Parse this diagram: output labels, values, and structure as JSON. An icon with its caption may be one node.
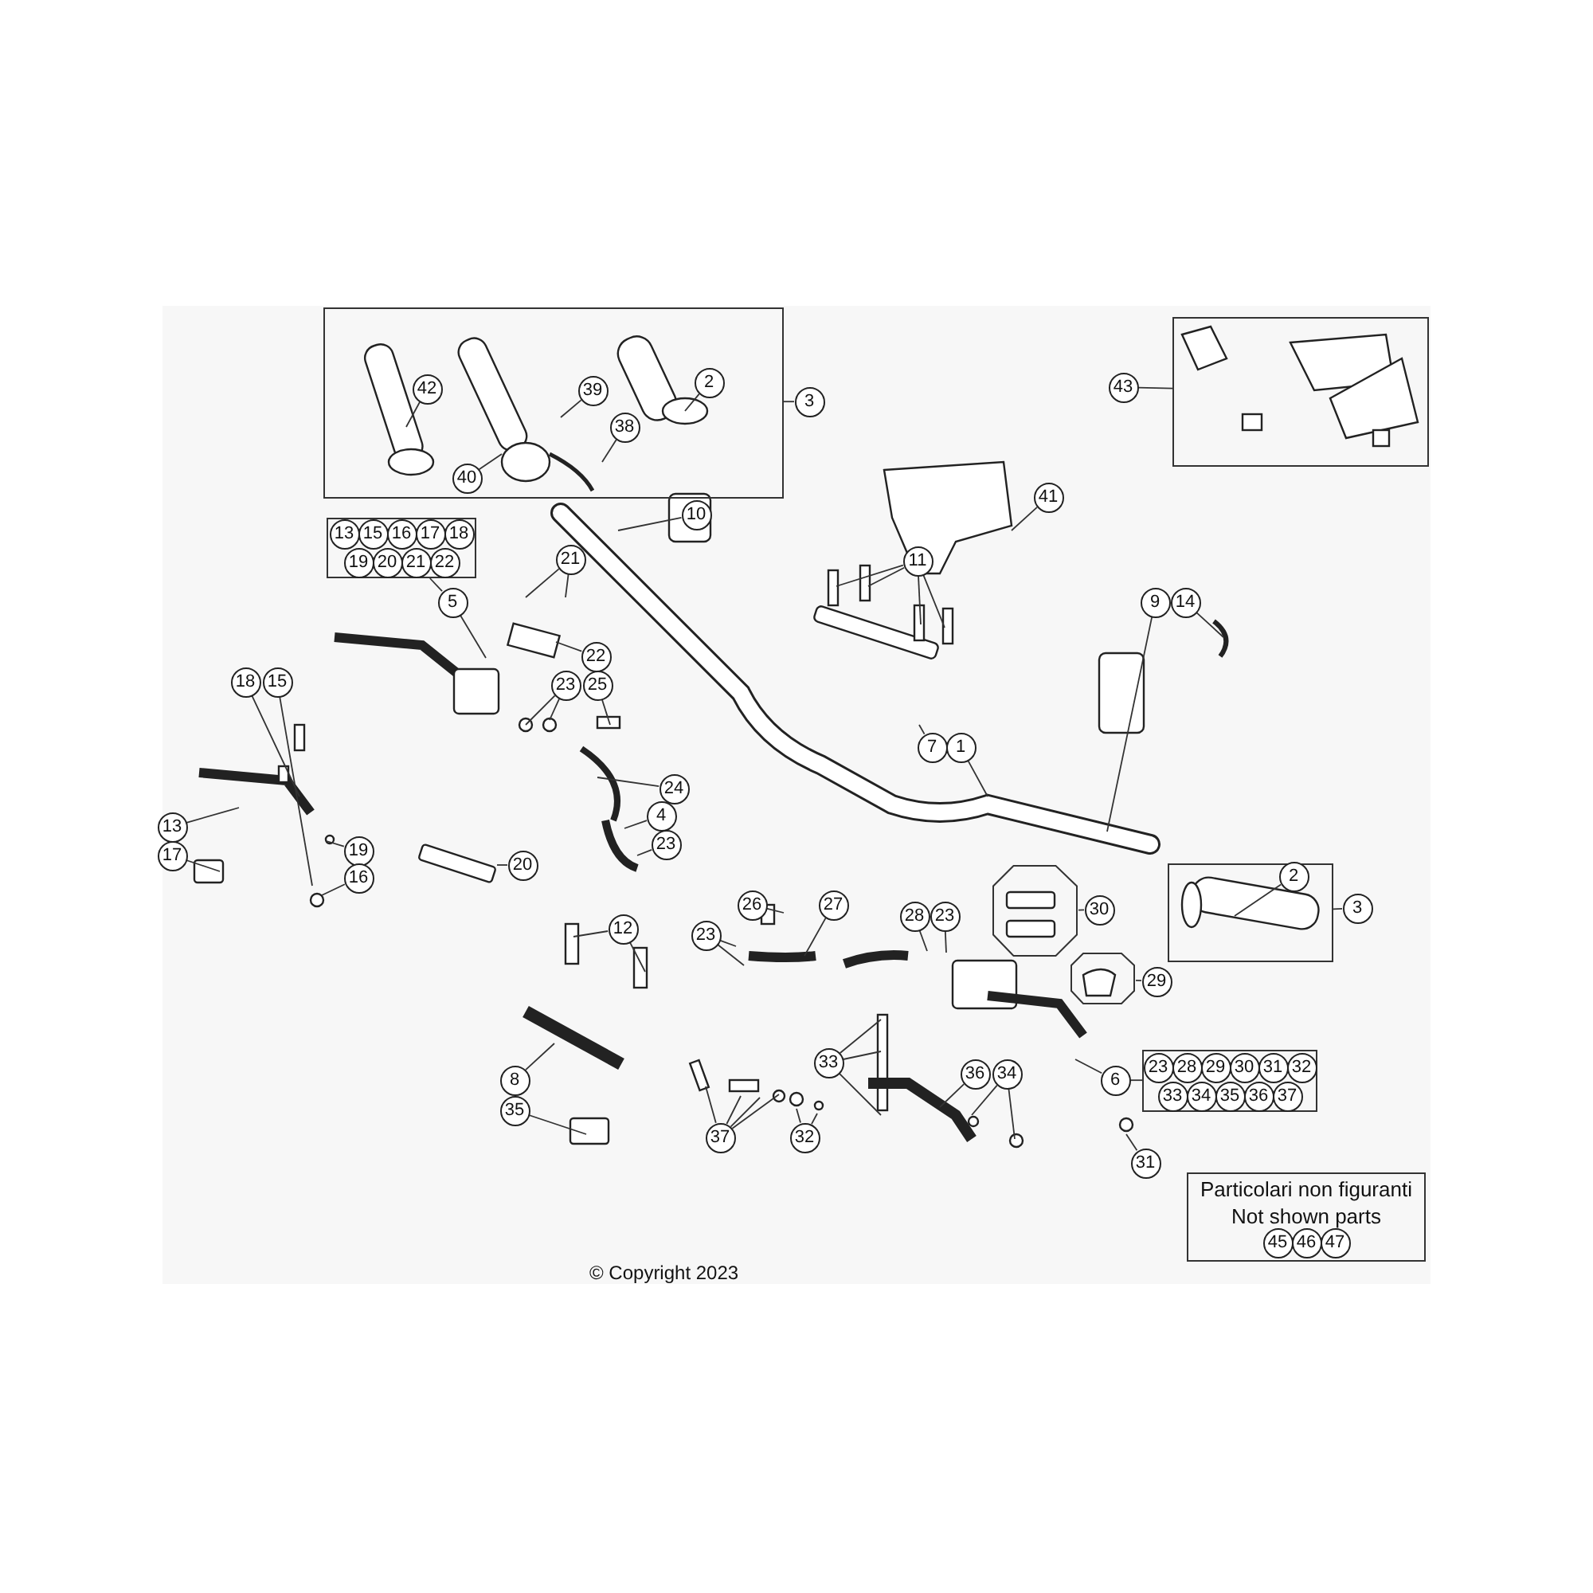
{
  "diagram": {
    "nodes": [
      {
        "text": [],
        "shape": "box"
      },
      {
        "text": [
          "42"
        ],
        "in": 0
      },
      {
        "text": [
          "39"
        ],
        "in": 0
      },
      {
        "text": [
          "2"
        ],
        "in": 0
      },
      {
        "text": [
          "38"
        ],
        "in": 0
      },
      {
        "text": [
          "40"
        ],
        "in": 0
      },
      {
        "text": [
          "3"
        ]
      },
      {
        "text": [],
        "shape": "box"
      },
      {
        "text": [
          "43"
        ]
      },
      {
        "text": [
          "41"
        ]
      },
      {
        "text": [
          "10"
        ]
      },
      {
        "text": [],
        "shape": "box"
      },
      {
        "text": [
          "13"
        ],
        "in": 11
      },
      {
        "text": [
          "15"
        ],
        "in": 11
      },
      {
        "text": [
          "16"
        ],
        "in": 11
      },
      {
        "text": [
          "17"
        ],
        "in": 11
      },
      {
        "text": [
          "18"
        ],
        "in": 11
      },
      {
        "text": [
          "19"
        ],
        "in": 11
      },
      {
        "text": [
          "20"
        ],
        "in": 11
      },
      {
        "text": [
          "21"
        ],
        "in": 11
      },
      {
        "text": [
          "22"
        ],
        "in": 11
      },
      {
        "text": [
          "5"
        ]
      },
      {
        "text": [
          "21"
        ]
      },
      {
        "text": [
          "11"
        ]
      },
      {
        "text": [
          "9"
        ]
      },
      {
        "text": [
          "14"
        ]
      },
      {
        "text": [
          "22"
        ]
      },
      {
        "text": [
          "18"
        ]
      },
      {
        "text": [
          "15"
        ]
      },
      {
        "text": [
          "23"
        ]
      },
      {
        "text": [
          "25"
        ]
      },
      {
        "text": [
          "7"
        ]
      },
      {
        "text": [
          "1"
        ]
      },
      {
        "text": [
          "24"
        ]
      },
      {
        "text": [
          "4"
        ]
      },
      {
        "text": [
          "13"
        ]
      },
      {
        "text": [
          "23"
        ]
      },
      {
        "text": [
          "19"
        ]
      },
      {
        "text": [
          "17"
        ]
      },
      {
        "text": [
          "20"
        ]
      },
      {
        "text": [
          "16"
        ]
      },
      {
        "text": [],
        "shape": "octagon"
      },
      {
        "text": [
          "30"
        ]
      },
      {
        "text": [],
        "shape": "box"
      },
      {
        "text": [
          "2"
        ],
        "in": 43
      },
      {
        "text": [
          "3"
        ]
      },
      {
        "text": [
          "26"
        ]
      },
      {
        "text": [
          "27"
        ]
      },
      {
        "text": [
          "28"
        ]
      },
      {
        "text": [
          "23"
        ]
      },
      {
        "text": [
          "12"
        ]
      },
      {
        "text": [
          "23"
        ]
      },
      {
        "text": [],
        "shape": "octagon"
      },
      {
        "text": [
          "29"
        ]
      },
      {
        "text": [
          "33"
        ]
      },
      {
        "text": [
          "36"
        ]
      },
      {
        "text": [
          "34"
        ]
      },
      {
        "text": [
          "6"
        ]
      },
      {
        "text": [],
        "shape": "box"
      },
      {
        "text": [
          "23"
        ],
        "in": 58
      },
      {
        "text": [
          "28"
        ],
        "in": 58
      },
      {
        "text": [
          "29"
        ],
        "in": 58
      },
      {
        "text": [
          "30"
        ],
        "in": 58
      },
      {
        "text": [
          "31"
        ],
        "in": 58
      },
      {
        "text": [
          "32"
        ],
        "in": 58
      },
      {
        "text": [
          "33"
        ],
        "in": 58
      },
      {
        "text": [
          "34"
        ],
        "in": 58
      },
      {
        "text": [
          "35"
        ],
        "in": 58
      },
      {
        "text": [
          "36"
        ],
        "in": 58
      },
      {
        "text": [
          "37"
        ],
        "in": 58
      },
      {
        "text": [
          "8"
        ]
      },
      {
        "text": [
          "35"
        ]
      },
      {
        "text": [
          "37"
        ]
      },
      {
        "text": [
          "32"
        ]
      },
      {
        "text": [
          "31"
        ]
      },
      {
        "text": [
          "Particolari non figuranti",
          "Not shown parts"
        ]
      },
      {
        "text": [
          "45"
        ],
        "in": 75
      },
      {
        "text": [
          "46"
        ],
        "in": 75
      },
      {
        "text": [
          "47"
        ],
        "in": 75
      }
    ],
    "edges": [
      {
        "from": 6,
        "to": 0,
        "arrow": "none"
      },
      {
        "from": 8,
        "to": 7,
        "arrow": "none"
      },
      {
        "from": 21,
        "to": 11,
        "arrow": "none"
      },
      {
        "from": 42,
        "to": 41,
        "arrow": "none"
      },
      {
        "from": 45,
        "to": 43,
        "arrow": "none"
      },
      {
        "from": 53,
        "to": 52,
        "arrow": "none"
      },
      {
        "from": 57,
        "to": 58,
        "arrow": "none"
      },
      {
        "from": 1,
        "to": null,
        "arrow": "none"
      },
      {
        "from": 2,
        "to": null,
        "arrow": "none"
      },
      {
        "from": 3,
        "to": null,
        "arrow": "none"
      },
      {
        "from": 4,
        "to": null,
        "arrow": "none"
      },
      {
        "from": 5,
        "to": null,
        "arrow": "none"
      },
      {
        "from": 9,
        "to": null,
        "arrow": "none"
      },
      {
        "from": 10,
        "to": null,
        "arrow": "none"
      },
      {
        "from": 21,
        "to": null,
        "arrow": "none"
      },
      {
        "from": 22,
        "to": null,
        "arrow": "none"
      },
      {
        "from": 22,
        "to": null,
        "arrow": "none"
      },
      {
        "from": 23,
        "to": null,
        "arrow": "none"
      },
      {
        "from": 23,
        "to": null,
        "arrow": "none"
      },
      {
        "from": 23,
        "to": null,
        "arrow": "none"
      },
      {
        "from": 23,
        "to": null,
        "arrow": "none"
      },
      {
        "from": 24,
        "to": null,
        "arrow": "none"
      },
      {
        "from": 25,
        "to": null,
        "arrow": "none"
      },
      {
        "from": 26,
        "to": null,
        "arrow": "none"
      },
      {
        "from": 27,
        "to": null,
        "arrow": "none"
      },
      {
        "from": 28,
        "to": null,
        "arrow": "none"
      },
      {
        "from": 29,
        "to": null,
        "arrow": "none"
      },
      {
        "from": 29,
        "to": null,
        "arrow": "none"
      },
      {
        "from": 30,
        "to": null,
        "arrow": "none"
      },
      {
        "from": 31,
        "to": null,
        "arrow": "none"
      },
      {
        "from": 32,
        "to": null,
        "arrow": "none"
      },
      {
        "from": 33,
        "to": null,
        "arrow": "none"
      },
      {
        "from": 34,
        "to": null,
        "arrow": "none"
      },
      {
        "from": 35,
        "to": null,
        "arrow": "none"
      },
      {
        "from": 36,
        "to": null,
        "arrow": "none"
      },
      {
        "from": 37,
        "to": null,
        "arrow": "none"
      },
      {
        "from": 38,
        "to": null,
        "arrow": "none"
      },
      {
        "from": 39,
        "to": null,
        "arrow": "none"
      },
      {
        "from": 40,
        "to": null,
        "arrow": "none"
      },
      {
        "from": 44,
        "to": null,
        "arrow": "none"
      },
      {
        "from": 46,
        "to": null,
        "arrow": "none"
      },
      {
        "from": 47,
        "to": null,
        "arrow": "none"
      },
      {
        "from": 48,
        "to": null,
        "arrow": "none"
      },
      {
        "from": 49,
        "to": null,
        "arrow": "none"
      },
      {
        "from": 50,
        "to": null,
        "arrow": "none"
      },
      {
        "from": 50,
        "to": null,
        "arrow": "none"
      },
      {
        "from": 51,
        "to": null,
        "arrow": "none"
      },
      {
        "from": 51,
        "to": null,
        "arrow": "none"
      },
      {
        "from": 54,
        "to": null,
        "arrow": "none"
      },
      {
        "from": 54,
        "to": null,
        "arrow": "none"
      },
      {
        "from": 54,
        "to": null,
        "arrow": "none"
      },
      {
        "from": 55,
        "to": null,
        "arrow": "none"
      },
      {
        "from": 56,
        "to": null,
        "arrow": "none"
      },
      {
        "from": 56,
        "to": null,
        "arrow": "none"
      },
      {
        "from": 57,
        "to": null,
        "arrow": "none"
      },
      {
        "from": 70,
        "to": null,
        "arrow": "none"
      },
      {
        "from": 71,
        "to": null,
        "arrow": "none"
      },
      {
        "from": 72,
        "to": null,
        "arrow": "none"
      },
      {
        "from": 72,
        "to": null,
        "arrow": "none"
      },
      {
        "from": 72,
        "to": null,
        "arrow": "none"
      },
      {
        "from": 72,
        "to": null,
        "arrow": "none"
      },
      {
        "from": 73,
        "to": null,
        "arrow": "none"
      },
      {
        "from": 73,
        "to": null,
        "arrow": "none"
      },
      {
        "from": 74,
        "to": null,
        "arrow": "none"
      }
    ],
    "labels": [
      "© Copyright 2023"
    ]
  }
}
